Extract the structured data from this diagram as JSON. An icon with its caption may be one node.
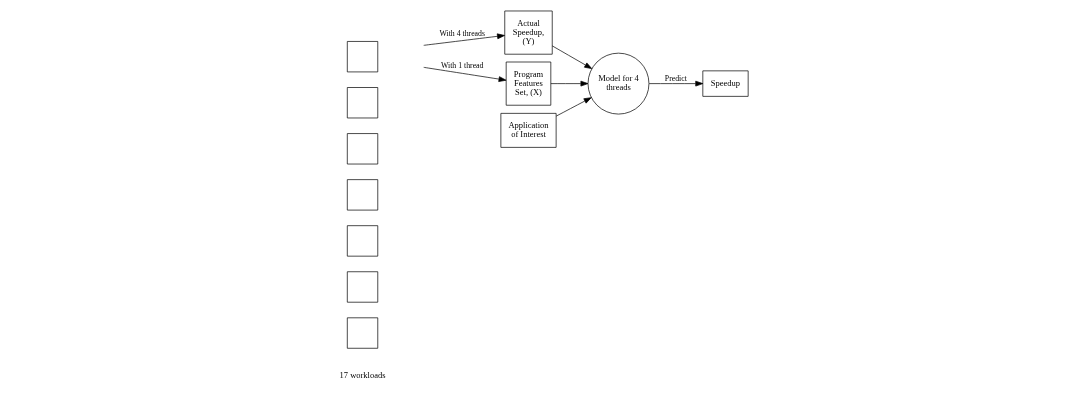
{
  "diagram": {
    "nodes": [
      {
        "text": [],
        "shape": "box"
      },
      {
        "text": [],
        "shape": "box"
      },
      {
        "text": [],
        "shape": "box"
      },
      {
        "text": [],
        "shape": "box"
      },
      {
        "text": [],
        "shape": "box"
      },
      {
        "text": [],
        "shape": "box"
      },
      {
        "text": [],
        "shape": "box"
      },
      {
        "text": [
          "Actual Speedup, (Y)"
        ]
      },
      {
        "text": [
          "Program Features Set, (X)"
        ]
      },
      {
        "text": [
          "Model for 4 threads"
        ]
      },
      {
        "text": [
          "Application of Interest"
        ]
      },
      {
        "text": [
          "Speedup"
        ]
      }
    ],
    "edges": [
      {
        "from": null,
        "to": 7,
        "arrow": "to",
        "label": "With 4 threads"
      },
      {
        "from": null,
        "to": 8,
        "arrow": "to",
        "label": "With 1 thread"
      },
      {
        "from": 7,
        "to": 9,
        "arrow": "to"
      },
      {
        "from": 8,
        "to": 9,
        "arrow": "to"
      },
      {
        "from": 10,
        "to": 9,
        "arrow": "to"
      },
      {
        "from": 9,
        "to": 11,
        "arrow": "to",
        "label": "Predict"
      }
    ],
    "labels": [
      "17 workloads"
    ]
  }
}
